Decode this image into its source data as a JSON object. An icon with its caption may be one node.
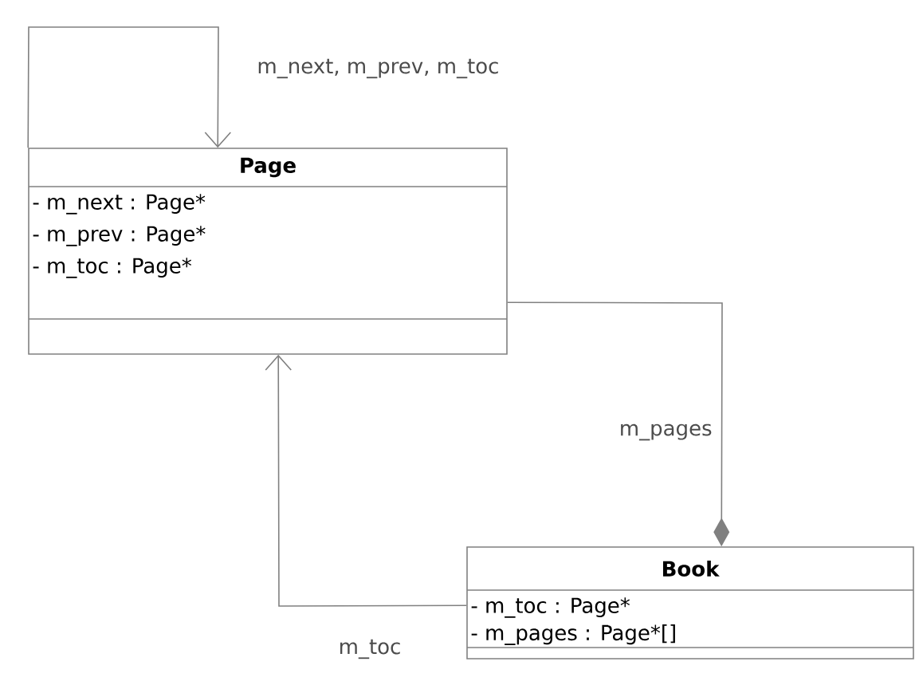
{
  "diagram": {
    "nodes": [
      {
        "text": [
          "Page",
          "- m_next : Page*",
          "- m_prev : Page*",
          "- m_toc : Page*"
        ]
      },
      {
        "text": [
          "Book",
          "- m_toc : Page*",
          "- m_pages : Page*[]"
        ]
      }
    ],
    "edges": [
      {
        "from": 0,
        "to": 0,
        "arrow": "to",
        "label": "m_next, m_prev, m_toc"
      },
      {
        "from": 1,
        "to": 0,
        "arrow": "other",
        "label": "m_pages"
      },
      {
        "from": 1,
        "to": 0,
        "arrow": "to",
        "label": "m_toc"
      }
    ]
  }
}
